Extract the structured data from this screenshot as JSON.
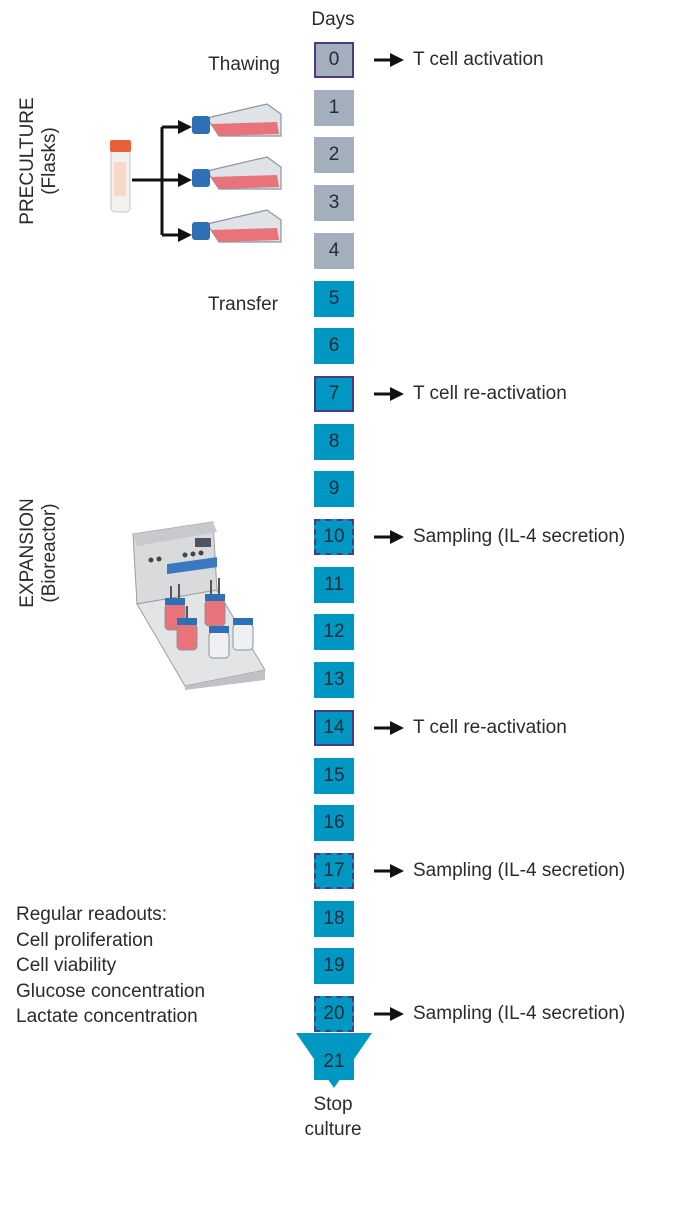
{
  "header": {
    "days_label": "Days"
  },
  "phases": {
    "preculture": {
      "title": "PRECULTURE",
      "subtitle": "(Flasks)"
    },
    "expansion": {
      "title": "EXPANSION",
      "subtitle": "(Bioreactor)"
    }
  },
  "side_labels": {
    "thawing": "Thawing",
    "transfer": "Transfer"
  },
  "days": [
    {
      "label": "0",
      "phase": "preculture",
      "border": "solid"
    },
    {
      "label": "1",
      "phase": "preculture",
      "border": "none"
    },
    {
      "label": "2",
      "phase": "preculture",
      "border": "none"
    },
    {
      "label": "3",
      "phase": "preculture",
      "border": "none"
    },
    {
      "label": "4",
      "phase": "preculture",
      "border": "none"
    },
    {
      "label": "5",
      "phase": "expansion",
      "border": "none"
    },
    {
      "label": "6",
      "phase": "expansion",
      "border": "none"
    },
    {
      "label": "7",
      "phase": "expansion",
      "border": "solid"
    },
    {
      "label": "8",
      "phase": "expansion",
      "border": "none"
    },
    {
      "label": "9",
      "phase": "expansion",
      "border": "none"
    },
    {
      "label": "10",
      "phase": "expansion",
      "border": "dashed"
    },
    {
      "label": "11",
      "phase": "expansion",
      "border": "none"
    },
    {
      "label": "12",
      "phase": "expansion",
      "border": "none"
    },
    {
      "label": "13",
      "phase": "expansion",
      "border": "none"
    },
    {
      "label": "14",
      "phase": "expansion",
      "border": "solid"
    },
    {
      "label": "15",
      "phase": "expansion",
      "border": "none"
    },
    {
      "label": "16",
      "phase": "expansion",
      "border": "none"
    },
    {
      "label": "17",
      "phase": "expansion",
      "border": "dashed"
    },
    {
      "label": "18",
      "phase": "expansion",
      "border": "none"
    },
    {
      "label": "19",
      "phase": "expansion",
      "border": "none"
    },
    {
      "label": "20",
      "phase": "expansion",
      "border": "dashed"
    },
    {
      "label": "21",
      "phase": "expansion",
      "border": "none"
    }
  ],
  "events": [
    {
      "day": "0",
      "text": "T cell activation"
    },
    {
      "day": "7",
      "text": "T cell re-activation"
    },
    {
      "day": "10",
      "text": "Sampling (IL-4 secretion)"
    },
    {
      "day": "14",
      "text": "T cell re-activation"
    },
    {
      "day": "17",
      "text": "Sampling (IL-4 secretion)"
    },
    {
      "day": "20",
      "text": "Sampling (IL-4 secretion)"
    }
  ],
  "readouts": {
    "items": [
      "Regular readouts:",
      "Cell proliferation",
      "Cell viability",
      "Glucose concentration",
      "Lactate concentration"
    ]
  },
  "end": {
    "line1": "Stop",
    "line2": "culture"
  },
  "colors": {
    "preculture_day": "#a3afbd",
    "expansion_day": "#0098c2",
    "highlight_border": "#4b3a86",
    "timeline_arrow": "#0098c2",
    "flask_medium": "#e8737a",
    "cap_blue": "#2f6fb5",
    "tube_cap": "#e8603a"
  },
  "icons": [
    "vial-icon",
    "flask-icon",
    "bioreactor-icon",
    "arrow-right-icon"
  ]
}
